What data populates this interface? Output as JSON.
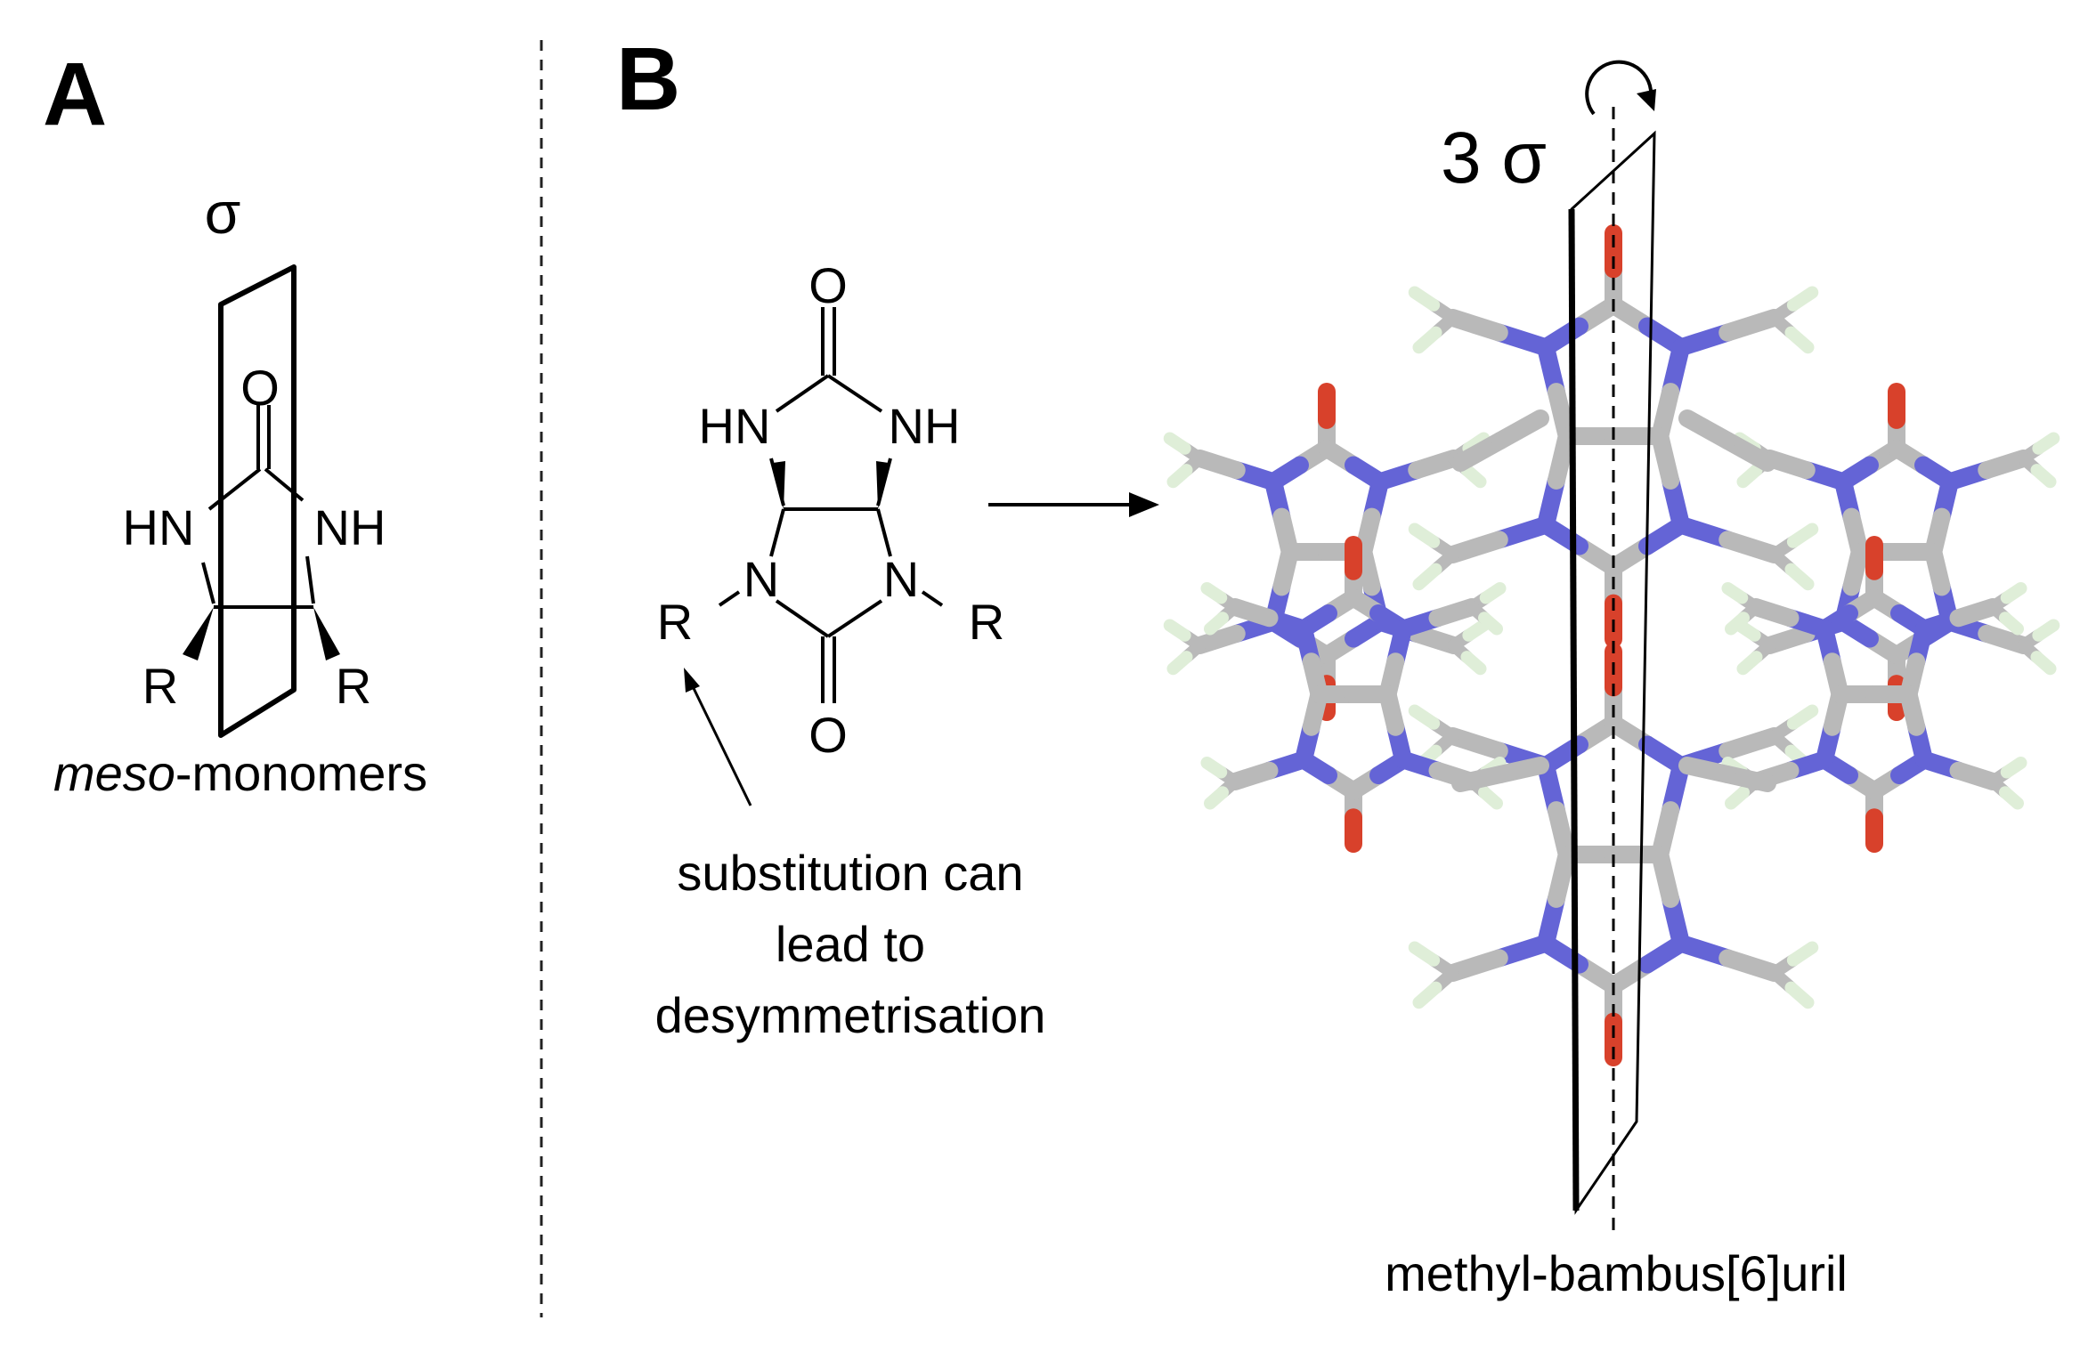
{
  "panels": {
    "a_label": "A",
    "b_label": "B"
  },
  "panel_a": {
    "sigma": "σ",
    "o": "O",
    "hn": "HN",
    "nh": "NH",
    "r_left": "R",
    "r_right": "R",
    "caption_italic": "meso",
    "caption_rest": "-monomers"
  },
  "panel_b": {
    "o_top": "O",
    "hn": "HN",
    "nh": "NH",
    "n_left": "N",
    "n_right": "N",
    "r_left": "R",
    "r_right": "R",
    "o_bottom": "O",
    "note_line1": "substitution can",
    "note_line2": "lead to",
    "note_line3": "desymmetrisation",
    "symmetry_label": "3 σ",
    "structure_caption": "methyl-bambus[6]uril"
  },
  "colors": {
    "carbon": "#b9b9b9",
    "nitrogen": "#6464d6",
    "oxygen": "#d8412b",
    "hydrogen": "#dfeed8"
  }
}
